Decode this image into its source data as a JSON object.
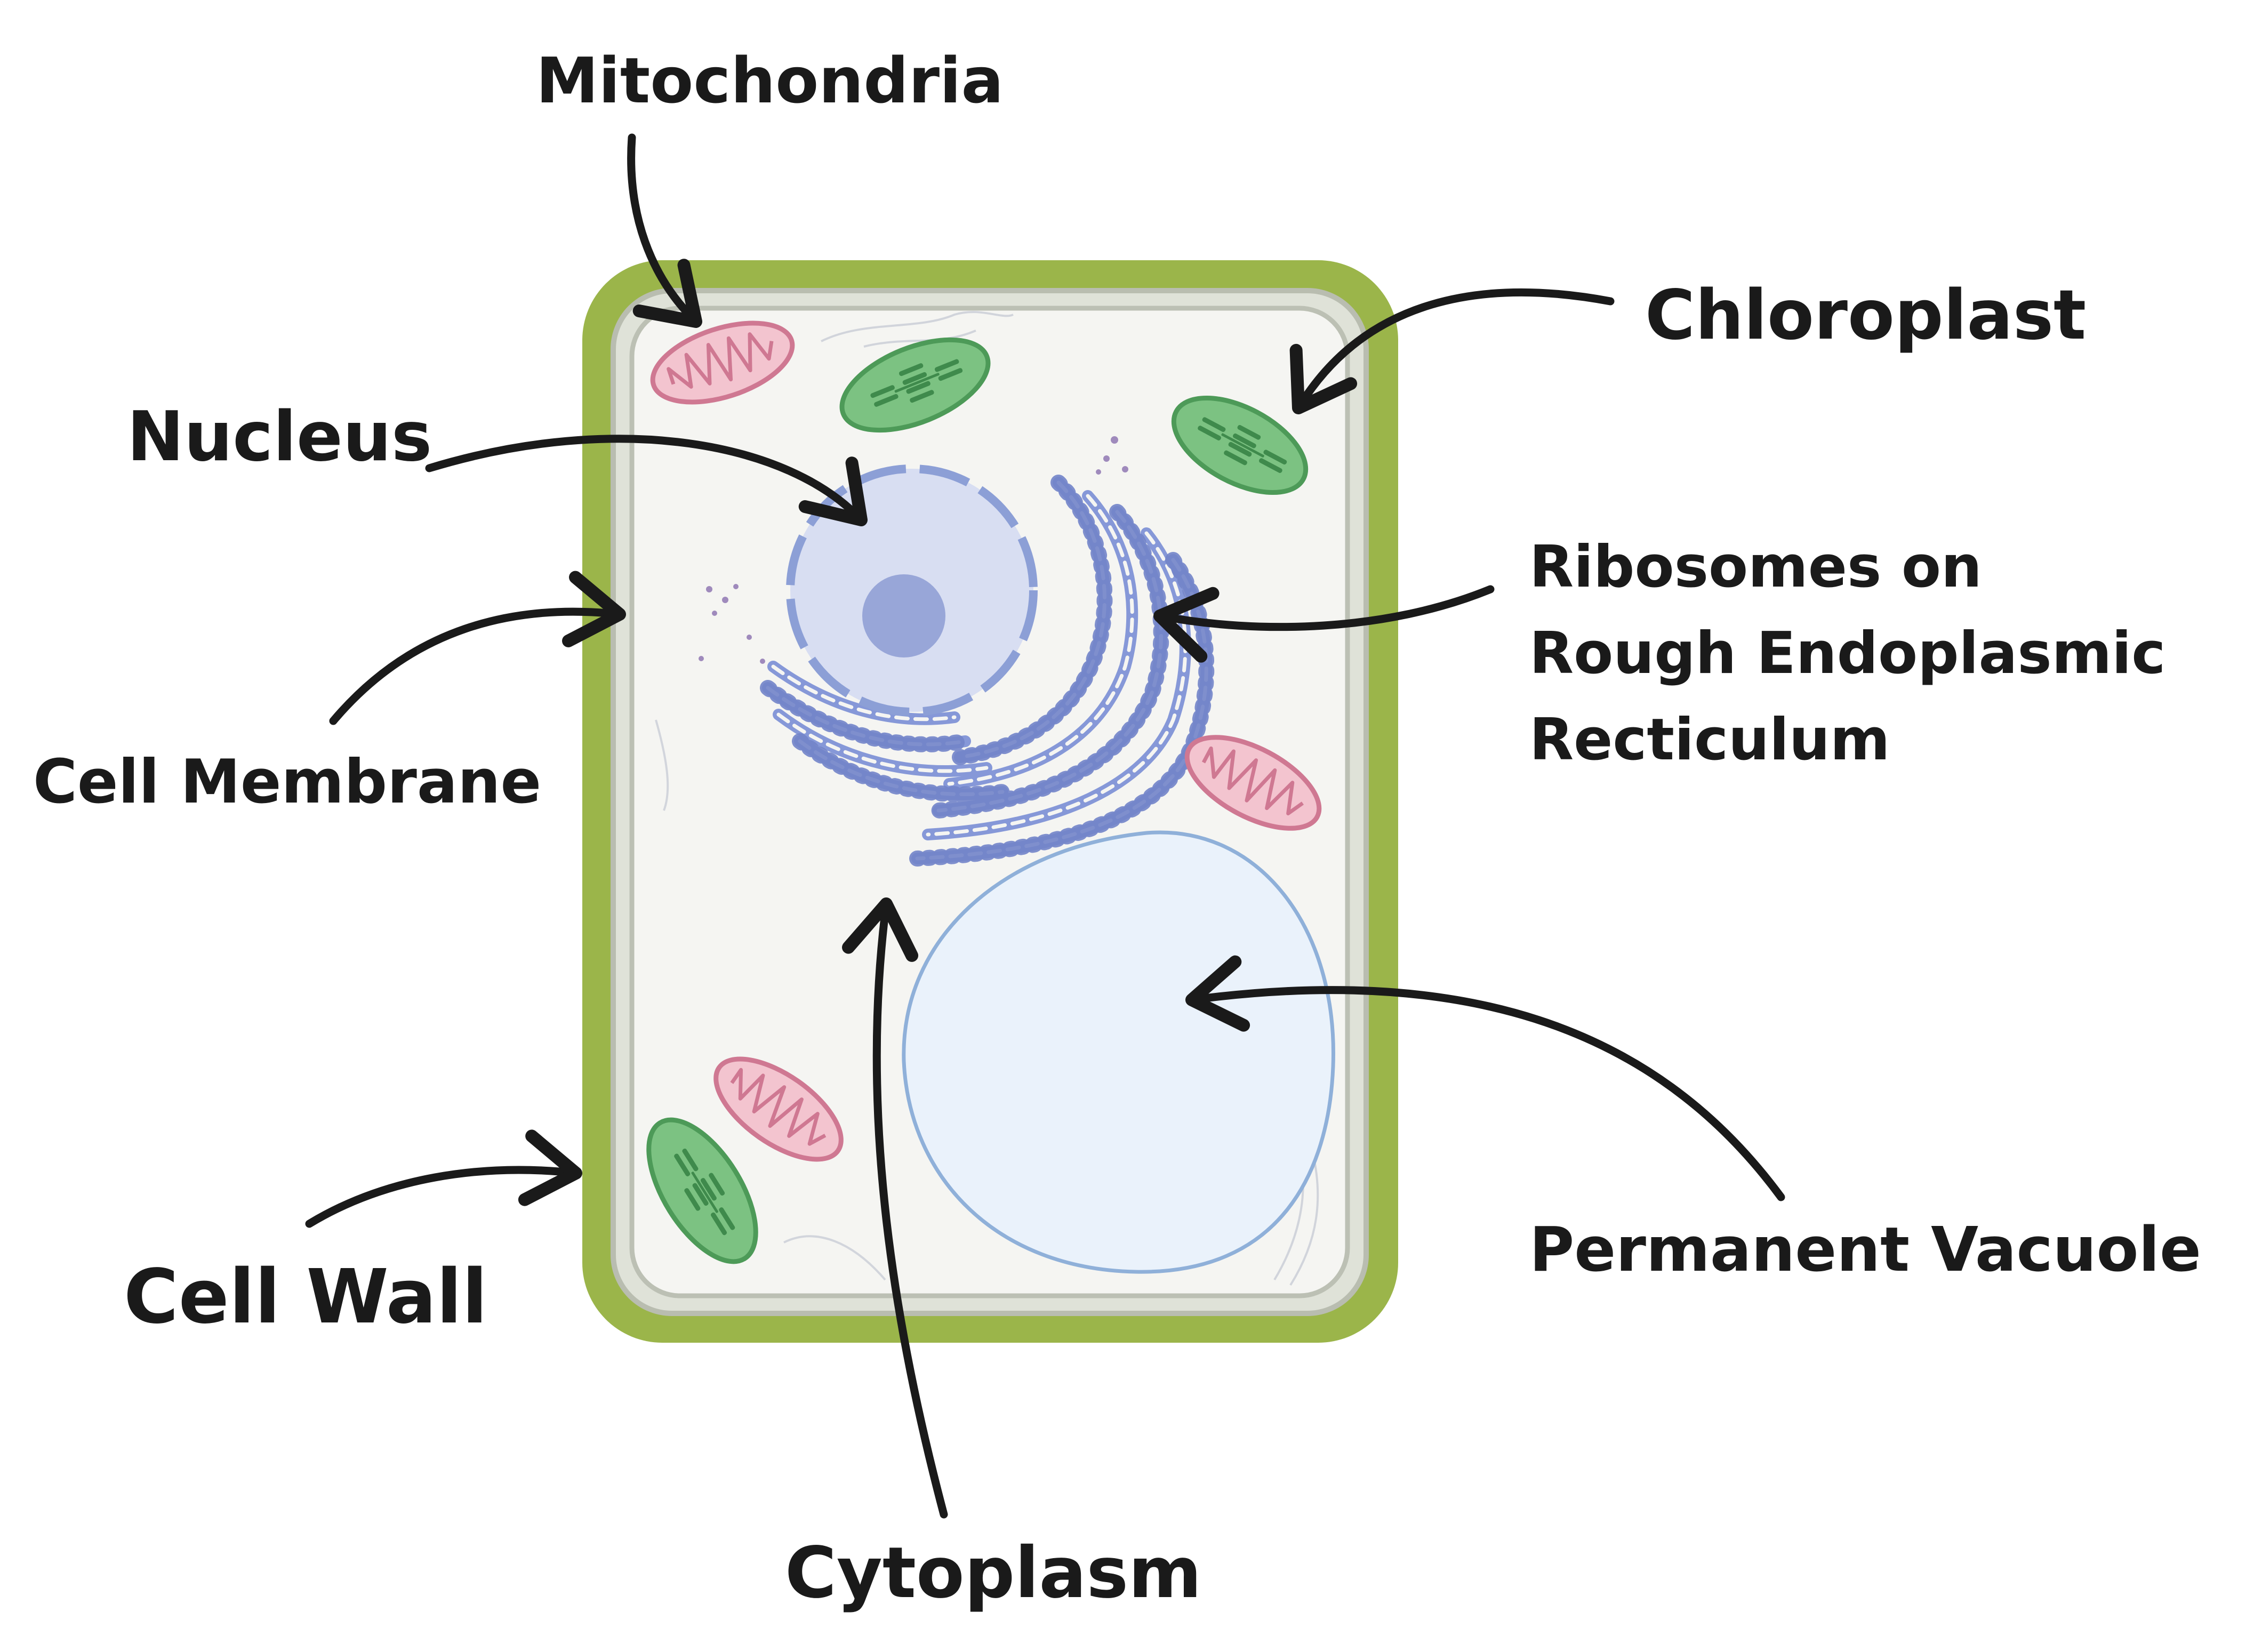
{
  "labels": {
    "mitochondria": "Mitochondria",
    "chloroplast": "Chloroplast",
    "nucleus": "Nucleus",
    "ribosomes_line1": "Ribosomes on",
    "ribosomes_line2": "Rough Endoplasmic",
    "ribosomes_line3": "Recticulum",
    "cell_membrane": "Cell Membrane",
    "cell_wall": "Cell Wall",
    "permanent_vacuole": "Permanent Vacuole",
    "cytoplasm": "Cytoplasm"
  },
  "colors": {
    "cell_wall": "#9bb54a",
    "membrane": "#b9bdb0",
    "cytoplasm": "#f5f5f2",
    "nucleus_fill": "#d8def2",
    "nucleus_edge": "#8c9fd6",
    "nucleolus": "#98a6d8",
    "er": "#8698d8",
    "mitochondria_fill": "#f3c4cf",
    "mitochondria_edge": "#cf7892",
    "chloroplast_fill": "#7cc282",
    "chloroplast_edge": "#4d9a58",
    "vacuole_fill": "#eaf2fb",
    "vacuole_edge": "#8fb0d9",
    "text": "#1a1a1a"
  }
}
